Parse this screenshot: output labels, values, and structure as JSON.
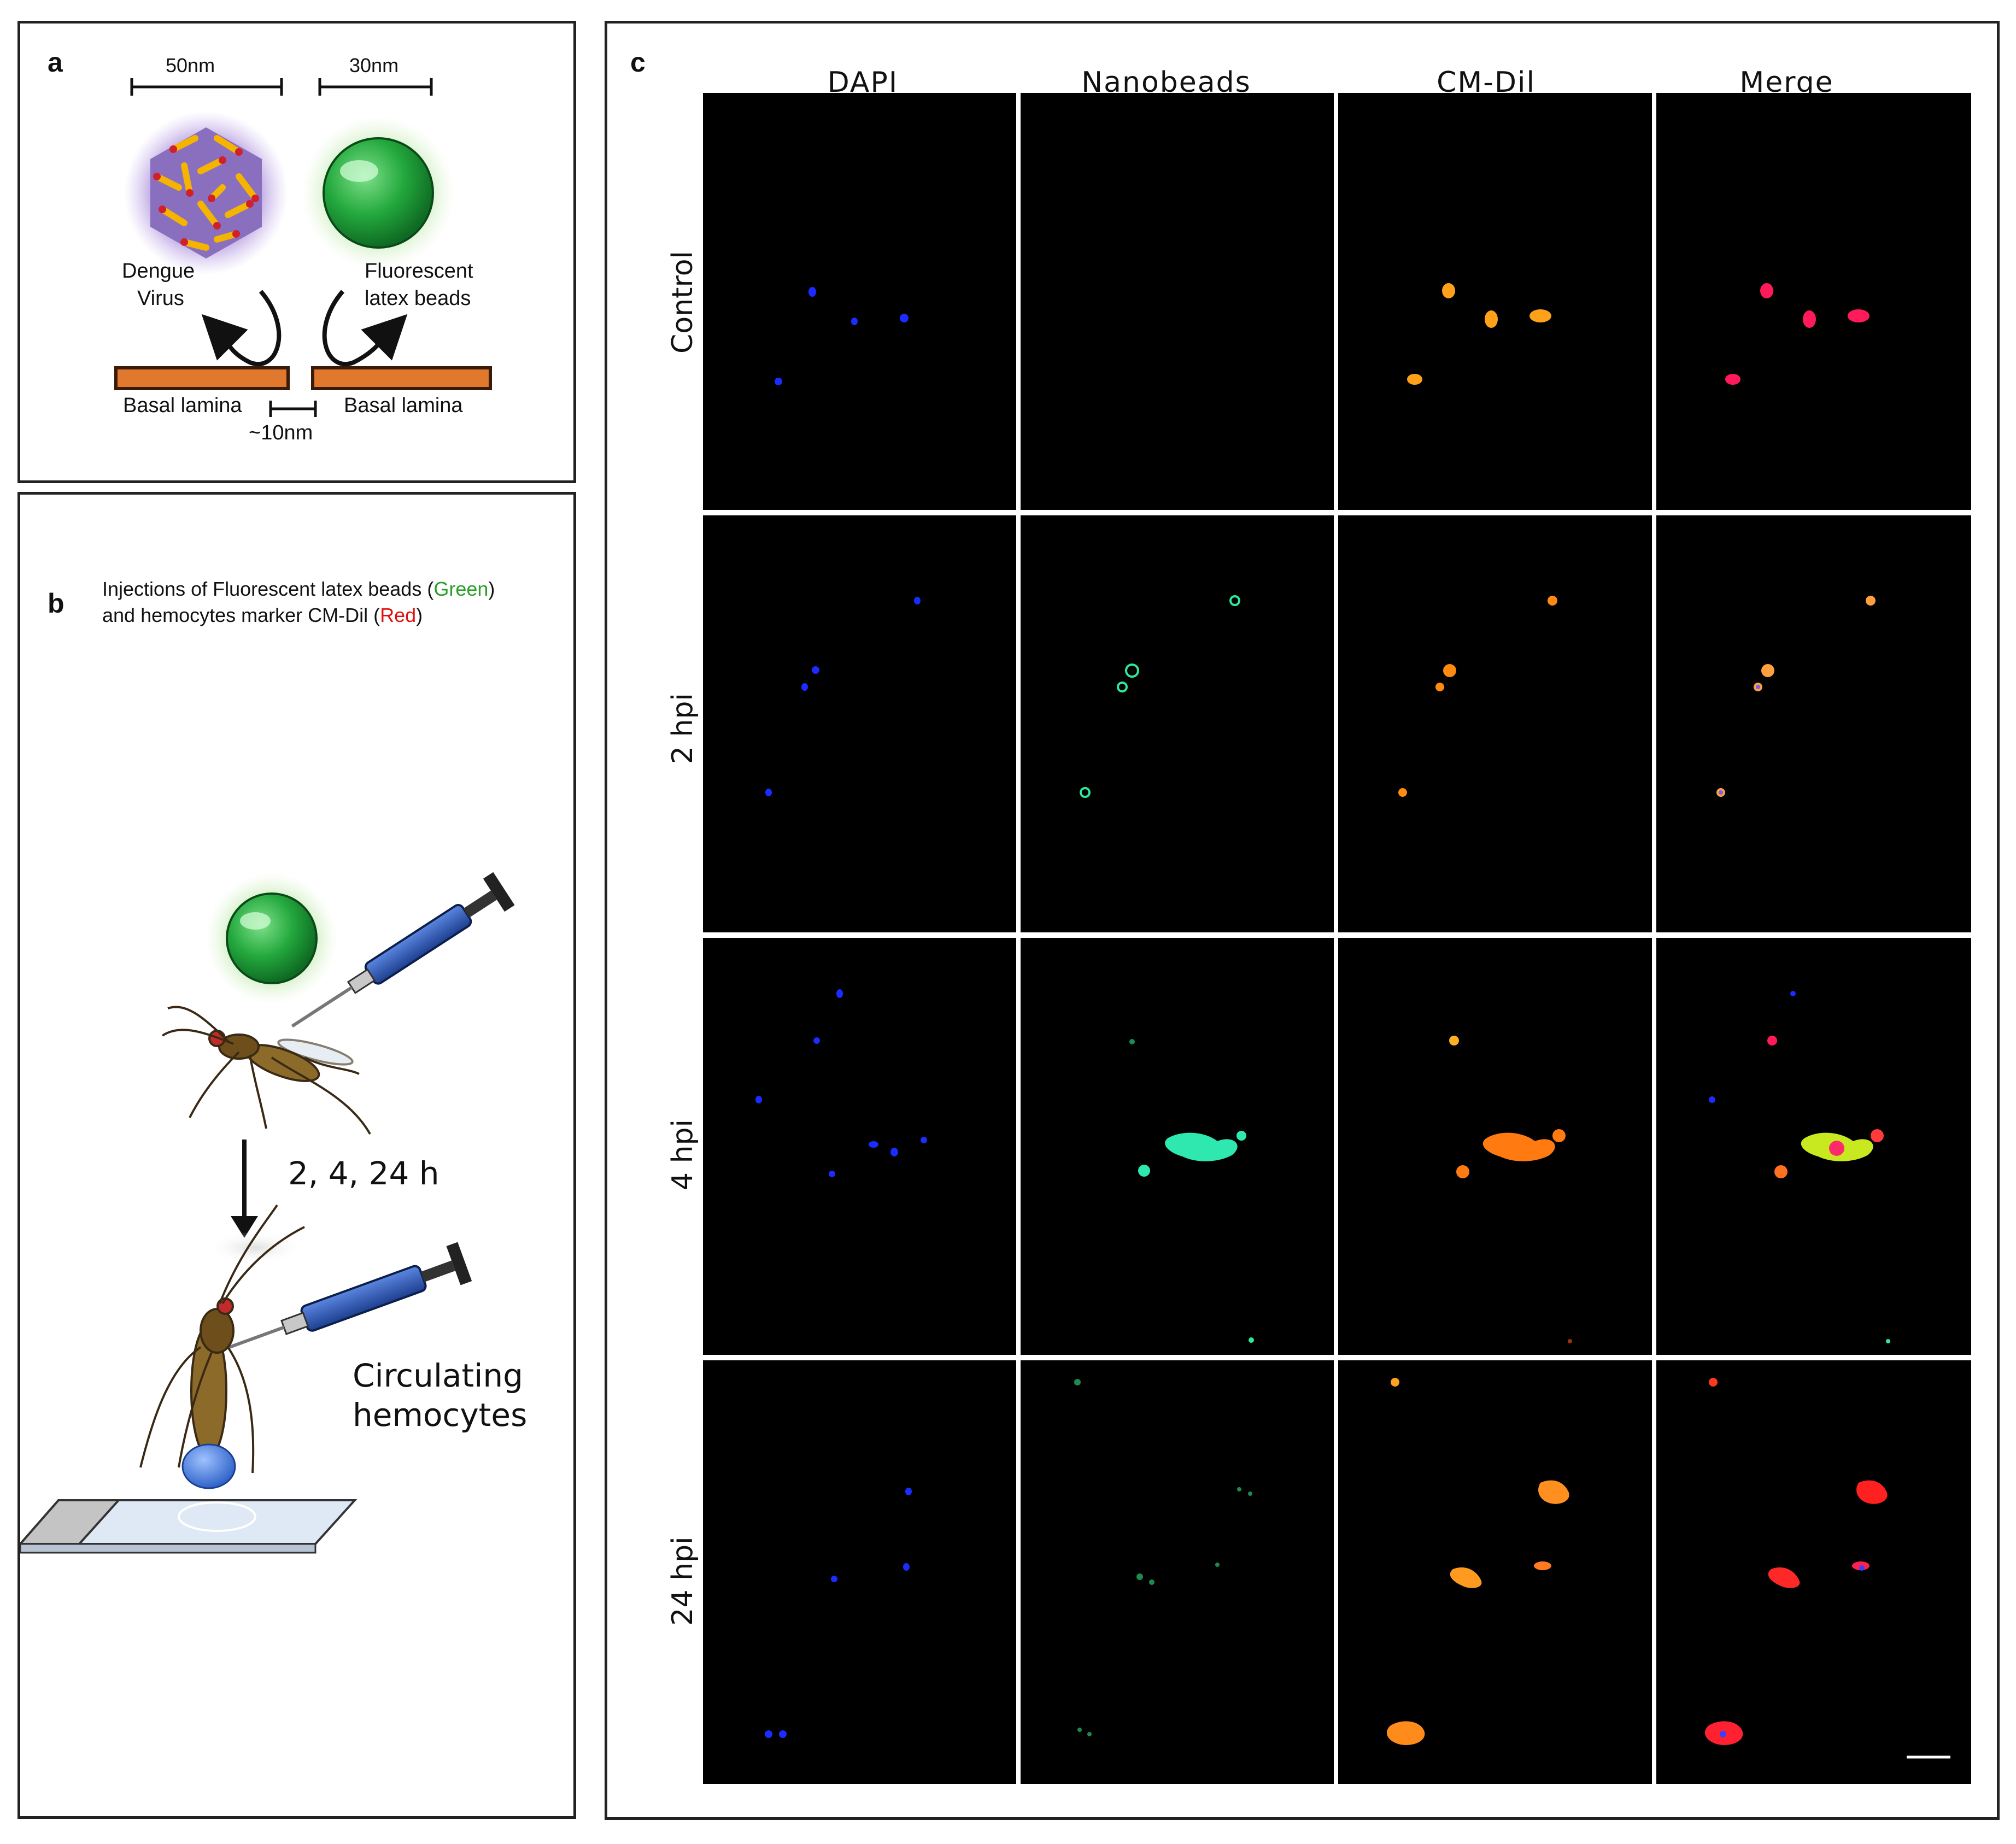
{
  "panel_a": {
    "label": "a",
    "scale_left": "50nm",
    "scale_right": "30nm",
    "virus_label_line1": "Dengue",
    "virus_label_line2": "Virus",
    "beads_label_line1": "Fluorescent",
    "beads_label_line2": "latex beads",
    "basal_left": "Basal lamina",
    "basal_right": "Basal lamina",
    "gap_label": "~10nm",
    "colors": {
      "lamina": "#c55a1c",
      "bead": "#2e9e44",
      "virus_spike": "#f4b400",
      "virus_tip": "#d0202a"
    }
  },
  "panel_b": {
    "label": "b",
    "desc_part1": "Injections of Fluorescent latex beads (",
    "desc_green": "Green",
    "desc_part2": ")",
    "desc_part3": "and hemocytes marker CM-Dil (",
    "desc_red": "Red",
    "desc_part4": ")",
    "timepoints": "2, 4, 24 h",
    "collect_line1": "Circulating",
    "collect_line2": "hemocytes",
    "colors": {
      "green": "#2a9d2a",
      "red": "#e01010",
      "syringe": "#2b59b8"
    }
  },
  "panel_c": {
    "label": "c",
    "columns": [
      "DAPI",
      "Nanobeads",
      "CM-Dil",
      "Merge"
    ],
    "rows": [
      "Control",
      "2 hpi",
      "4 hpi",
      "24 hpi"
    ],
    "colors": {
      "dapi": "#1a2cff",
      "beads": "#2ee89a",
      "cmdil": "#ff9a10",
      "merge": "#ff1a5a"
    }
  }
}
